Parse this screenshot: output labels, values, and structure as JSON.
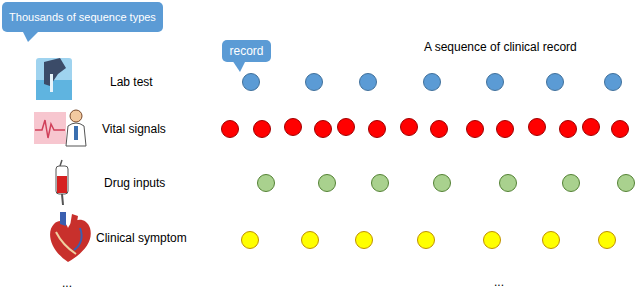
{
  "diagram": {
    "nodes": [
      {
        "text": [
          "Thousands of sequence types"
        ]
      },
      {
        "text": [
          "record"
        ]
      }
    ],
    "labels": [
      "A sequence of clinical record",
      "Lab test",
      "Vital signals",
      "Drug inputs",
      "Clinical symptom",
      "...",
      "..."
    ]
  }
}
